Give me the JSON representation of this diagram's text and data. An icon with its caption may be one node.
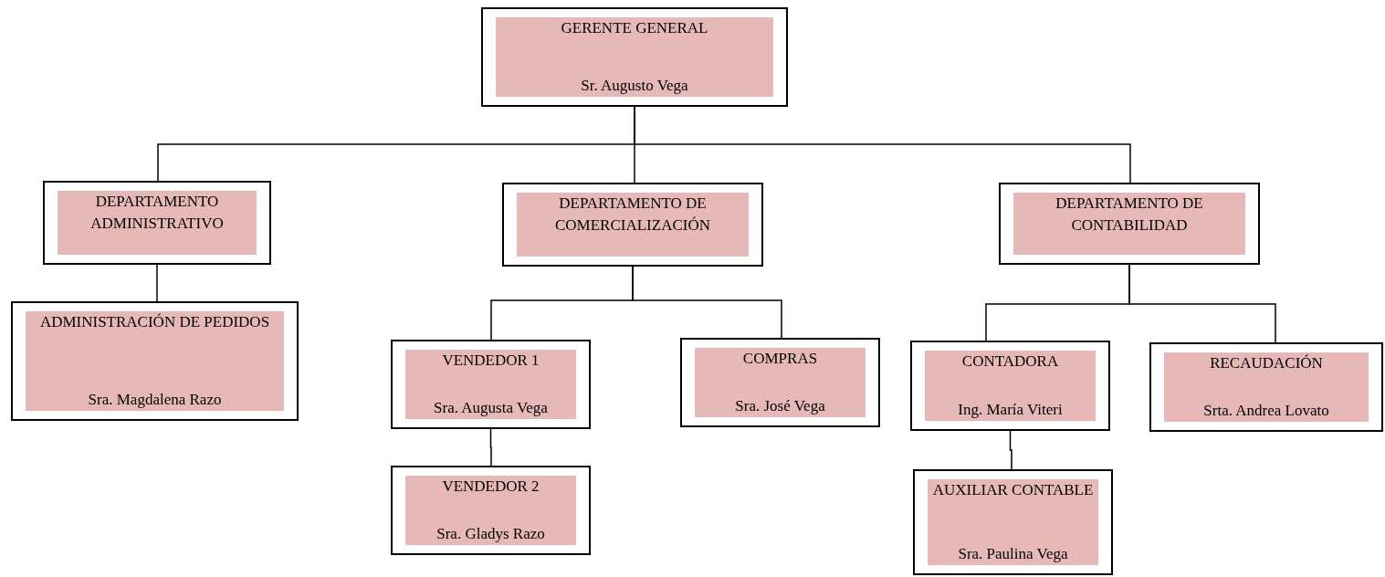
{
  "diagram": {
    "nodes": [
      {
        "text": [
          "GERENTE GENERAL",
          "Sr. Augusto Vega"
        ]
      },
      {
        "text": [
          "DEPARTAMENTO ADMINISTRATIVO"
        ]
      },
      {
        "text": [
          "DEPARTAMENTO DE COMERCIALIZACIÓN"
        ]
      },
      {
        "text": [
          "DEPARTAMENTO DE CONTABILIDAD"
        ]
      },
      {
        "text": [
          "ADMINISTRACIÓN DE PEDIDOS",
          "Sra. Magdalena Razo"
        ]
      },
      {
        "text": [
          "VENDEDOR 1",
          "Sra. Augusta Vega"
        ]
      },
      {
        "text": [
          "COMPRAS",
          "Sra. José Vega"
        ]
      },
      {
        "text": [
          "VENDEDOR 2",
          "Sra. Gladys Razo"
        ]
      },
      {
        "text": [
          "CONTADORA",
          "Ing. María Viteri"
        ]
      },
      {
        "text": [
          "RECAUDACIÓN",
          "Srta. Andrea Lovato"
        ]
      },
      {
        "text": [
          "AUXILIAR CONTABLE",
          "Sra. Paulina Vega"
        ]
      }
    ],
    "edges": [
      {
        "from": 0,
        "to": 1,
        "arrow": "none"
      },
      {
        "from": 0,
        "to": 2,
        "arrow": "none"
      },
      {
        "from": 0,
        "to": 3,
        "arrow": "none"
      },
      {
        "from": 1,
        "to": 4,
        "arrow": "none"
      },
      {
        "from": 2,
        "to": 5,
        "arrow": "none"
      },
      {
        "from": 2,
        "to": 6,
        "arrow": "none"
      },
      {
        "from": 5,
        "to": 7,
        "arrow": "none"
      },
      {
        "from": 3,
        "to": 8,
        "arrow": "none"
      },
      {
        "from": 3,
        "to": 9,
        "arrow": "none"
      },
      {
        "from": 8,
        "to": 10,
        "arrow": "none"
      }
    ]
  }
}
